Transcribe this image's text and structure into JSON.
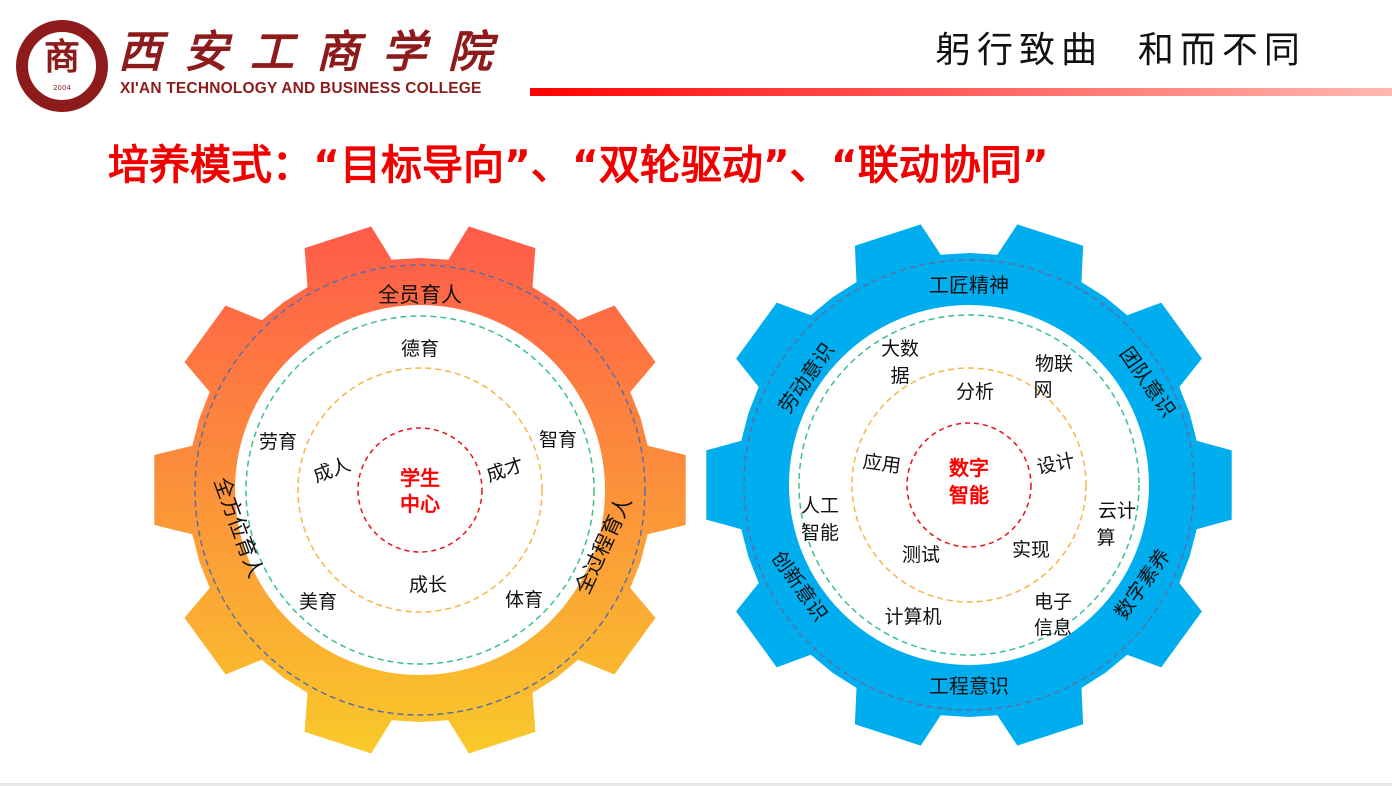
{
  "header": {
    "logo_text": "商",
    "logo_year": "2004",
    "college_name_cn": "西安工商学院",
    "college_name_en": "XI'AN TECHNOLOGY AND BUSINESS COLLEGE",
    "motto": "躬行致曲  和而不同",
    "accent_color": "#ff0000"
  },
  "title": "培养模式：“目标导向”、“双轮驱动”、“联动协同”",
  "left_gear": {
    "colors": {
      "top": "#ff5a4a",
      "bottom": "#f9c92a"
    },
    "outer_ring": {
      "top": "全员育人",
      "left": "全方位育人",
      "right": "全过程育人"
    },
    "five_education": {
      "top": "德育",
      "left": "劳育",
      "right": "智育",
      "bottom_left": "美育",
      "bottom_right": "体育"
    },
    "growth": {
      "left": "成人",
      "right": "成才",
      "bottom": "成长"
    },
    "center": [
      "学生",
      "中心"
    ]
  },
  "right_gear": {
    "color": "#00aeef",
    "outer_ring": {
      "top": "工匠精神",
      "upper_right": "团队意识",
      "lower_right": "数字素养",
      "bottom": "工程意识",
      "lower_left": "创新意识",
      "upper_left": "劳动意识"
    },
    "fields": {
      "big_data": [
        "大数",
        "据"
      ],
      "iot": [
        "物联",
        "网"
      ],
      "ai": [
        "人工",
        "智能"
      ],
      "cloud": [
        "云计",
        "算"
      ],
      "computer": "计算机",
      "electronic": [
        "电子",
        "信息"
      ]
    },
    "stages": {
      "top": "分析",
      "left": "应用",
      "right": "设计",
      "bottom_left": "测试",
      "bottom_right": "实现"
    },
    "center": [
      "数字",
      "智能"
    ]
  }
}
